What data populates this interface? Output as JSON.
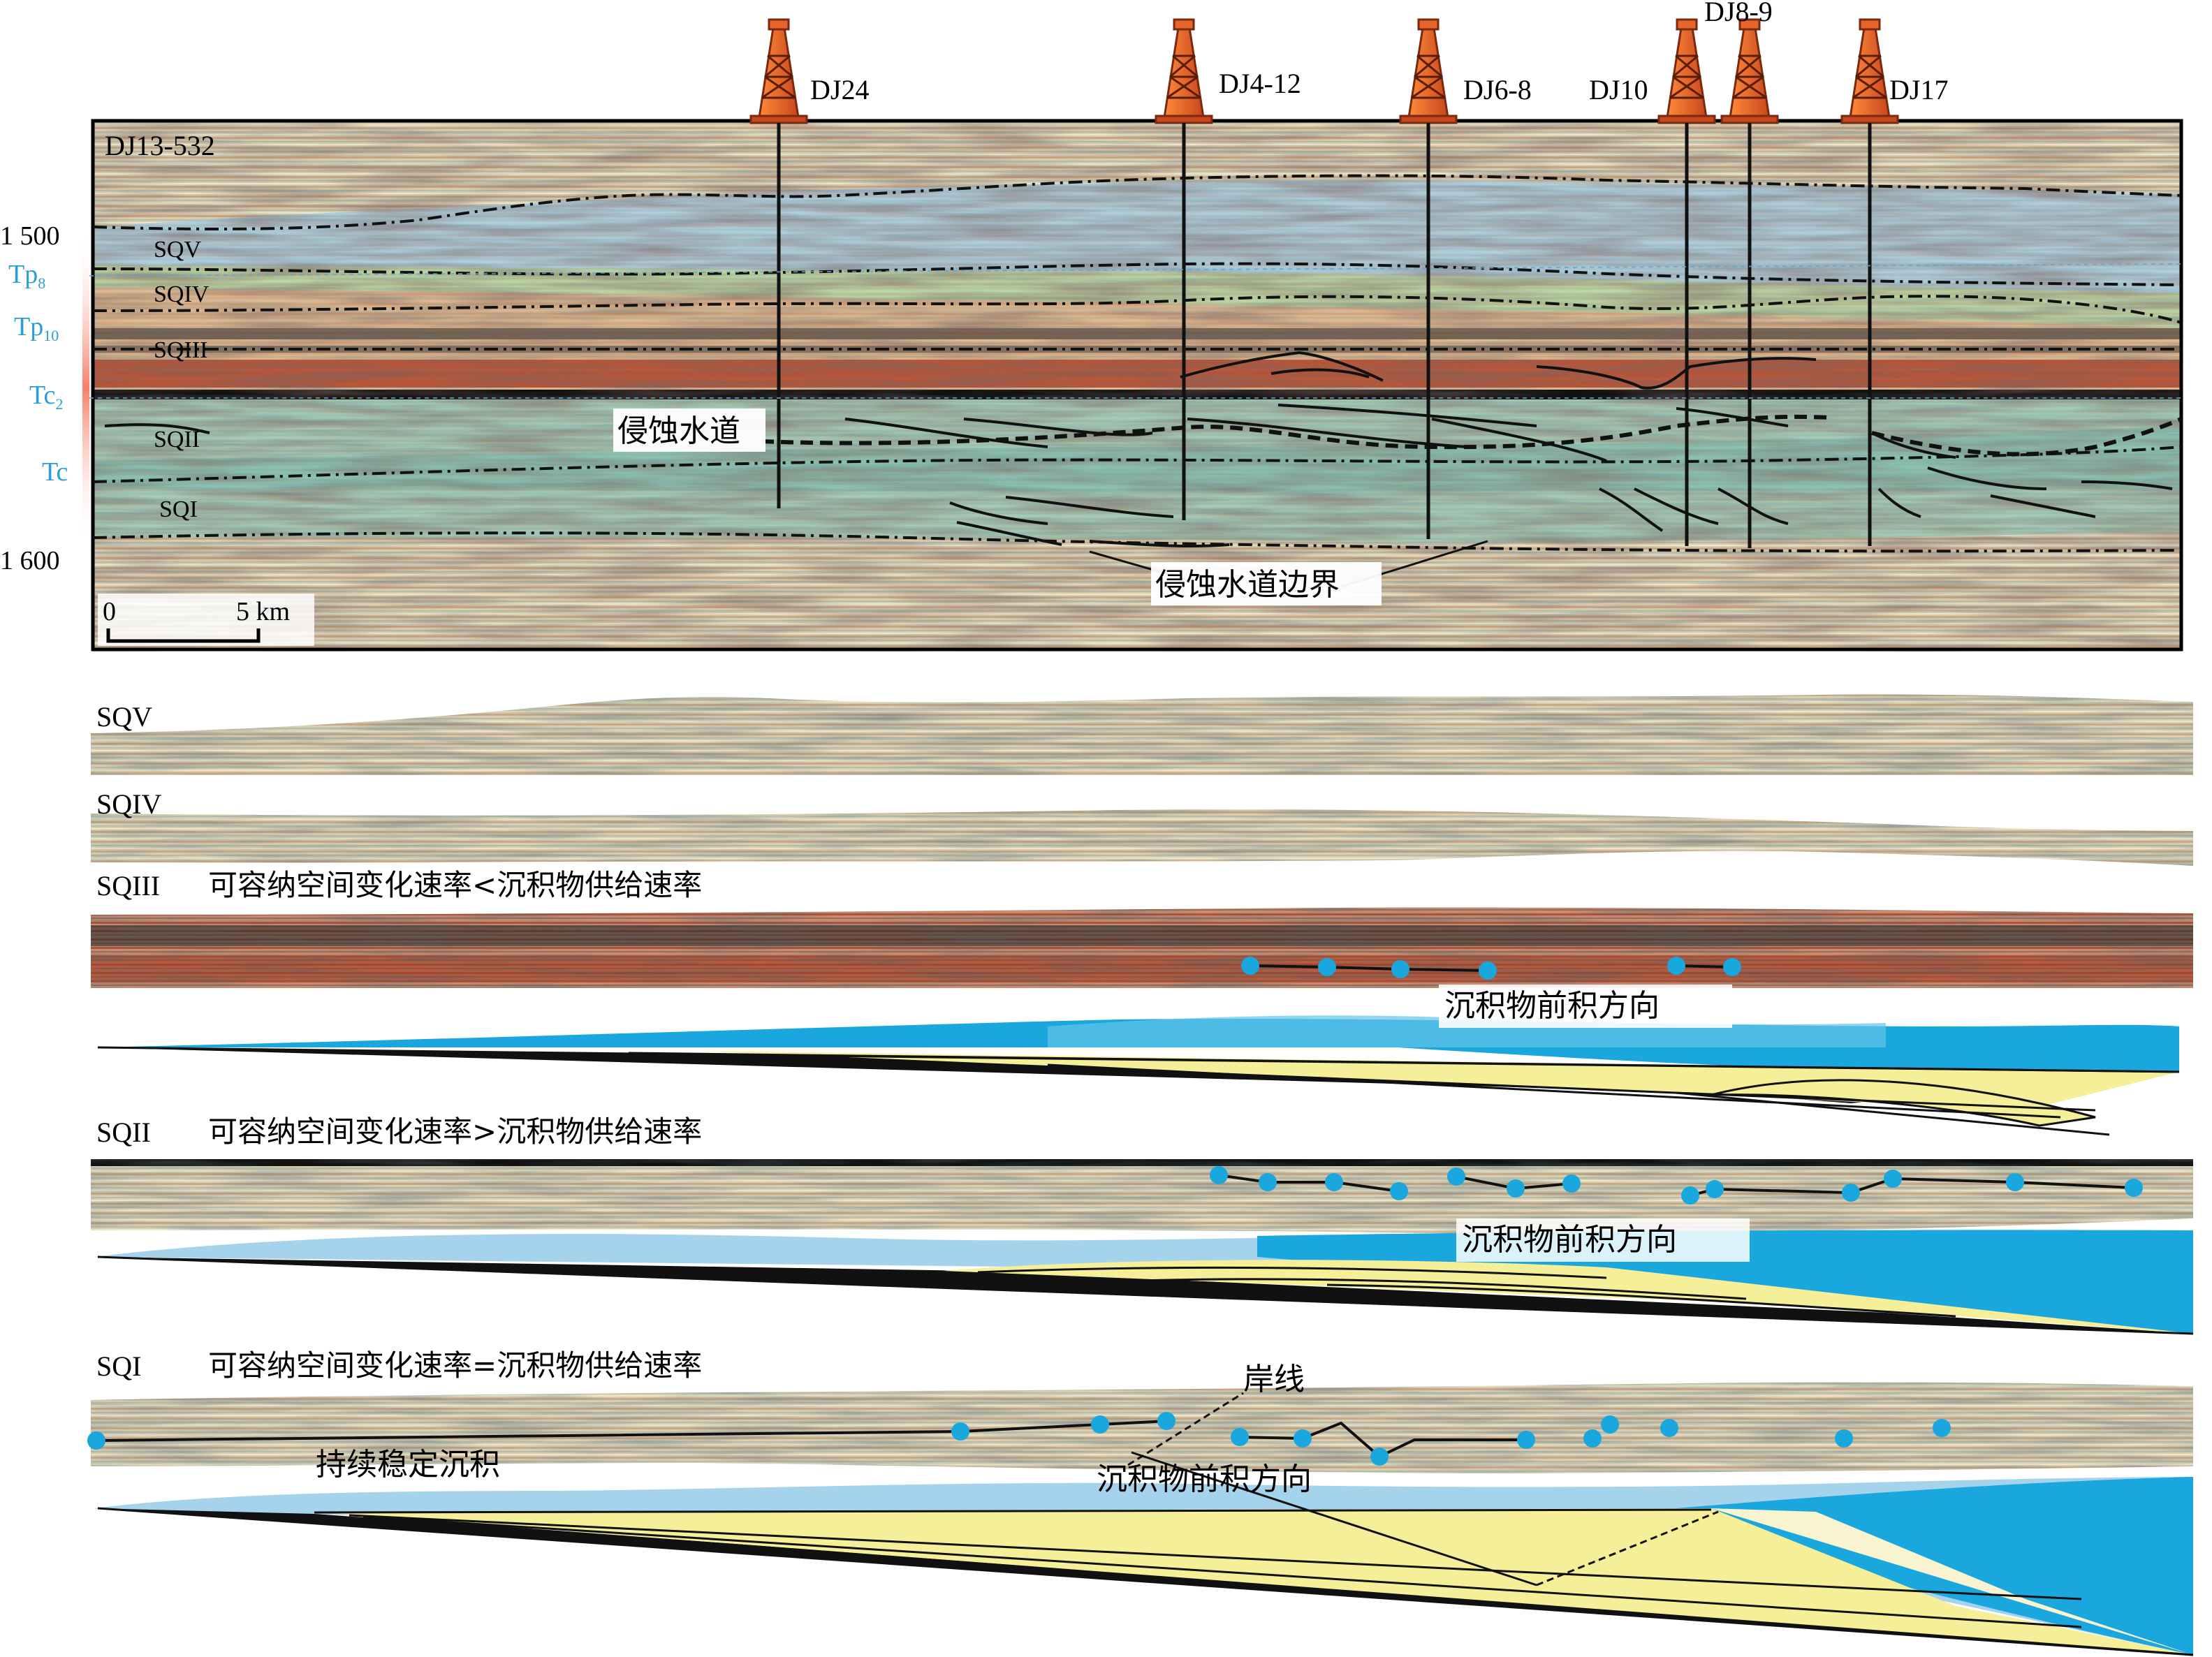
{
  "section_label": "DJ13-532",
  "wells": [
    {
      "name": "DJ24"
    },
    {
      "name": "DJ4-12"
    },
    {
      "name": "DJ6-8"
    },
    {
      "name": "DJ10"
    },
    {
      "name": "DJ8-9"
    },
    {
      "name": "DJ17"
    }
  ],
  "depth_labels": [
    "1 500",
    "1 600"
  ],
  "horizons": [
    {
      "main": "Tp",
      "sub": "8"
    },
    {
      "main": "Tp",
      "sub": "10"
    },
    {
      "main": "Tc",
      "sub": "2"
    },
    {
      "main": "Tc",
      "sub": ""
    }
  ],
  "sequences_main": [
    "SQV",
    "SQIV",
    "SQIII",
    "SQII",
    "SQI"
  ],
  "annotations": {
    "channel": "侵蚀水道",
    "channel_boundary": "侵蚀水道边界",
    "scale_zero": "0",
    "scale_km": "5 km"
  },
  "panels": [
    {
      "seq": "SQV",
      "caption": ""
    },
    {
      "seq": "SQIV",
      "caption": ""
    },
    {
      "seq": "SQIII",
      "caption": "可容纳空间变化速率<沉积物供给速率",
      "direction": "沉积物前积方向"
    },
    {
      "seq": "SQII",
      "caption": "可容纳空间变化速率>沉积物供给速率",
      "direction": "沉积物前积方向"
    },
    {
      "seq": "SQI",
      "caption": "可容纳空间变化速率=沉积物供给速率",
      "direction": "沉积物前积方向",
      "shoreline": "岸线",
      "stable": "持续稳定沉积"
    }
  ],
  "colors": {
    "seismic_red": "#b2492f",
    "seismic_tan": "#d8c8a4",
    "seismic_green": "#9fc79d",
    "seismic_blue": "#9cc7e0",
    "seismic_dark": "#222222",
    "sea_blue": "#1aa7dd",
    "sand_yellow": "#f6ef9a",
    "label_blue": "#2a9fd6",
    "rig_orange": "#e8642a"
  }
}
